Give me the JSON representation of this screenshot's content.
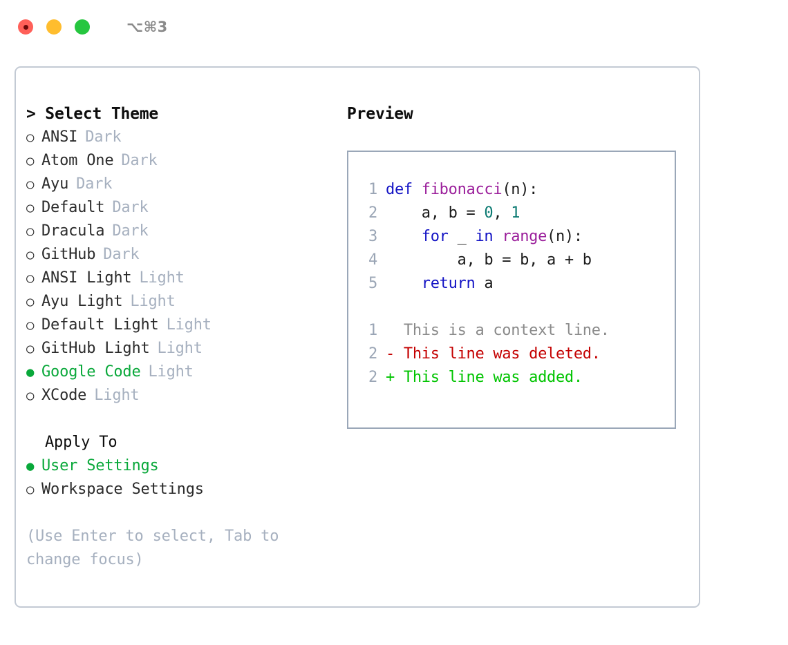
{
  "titlebar": {
    "shortcut": "⌥⌘3",
    "buttons": [
      {
        "name": "close",
        "color": "#ff6059"
      },
      {
        "name": "minimize",
        "color": "#ffbd2e"
      },
      {
        "name": "maximize",
        "color": "#26c63f"
      }
    ]
  },
  "theme_picker": {
    "header": "> Select Theme",
    "selected": "Google Code",
    "accent_color": "#09a83a",
    "tag_color": "#a6b0bf",
    "bullet_selected": "●",
    "bullet_unselected": "○",
    "items": [
      {
        "label": "ANSI",
        "tag": "Dark",
        "selected": false
      },
      {
        "label": "Atom One",
        "tag": "Dark",
        "selected": false
      },
      {
        "label": "Ayu",
        "tag": "Dark",
        "selected": false
      },
      {
        "label": "Default",
        "tag": "Dark",
        "selected": false
      },
      {
        "label": "Dracula",
        "tag": "Dark",
        "selected": false
      },
      {
        "label": "GitHub",
        "tag": "Dark",
        "selected": false
      },
      {
        "label": "ANSI Light",
        "tag": "Light",
        "selected": false
      },
      {
        "label": "Ayu Light",
        "tag": "Light",
        "selected": false
      },
      {
        "label": "Default Light",
        "tag": "Light",
        "selected": false
      },
      {
        "label": "GitHub Light",
        "tag": "Light",
        "selected": false
      },
      {
        "label": "Google Code",
        "tag": "Light",
        "selected": true
      },
      {
        "label": "XCode",
        "tag": "Light",
        "selected": false
      }
    ]
  },
  "apply_to": {
    "header": "Apply To",
    "selected": "User Settings",
    "items": [
      {
        "label": "User Settings",
        "selected": true
      },
      {
        "label": "Workspace Settings",
        "selected": false
      }
    ]
  },
  "hint": "(Use Enter to select, Tab to change focus)",
  "preview": {
    "title": "Preview",
    "code_lines": [
      {
        "num": "1",
        "tokens": [
          {
            "t": "def",
            "k": "kw"
          },
          {
            "t": " ",
            "k": "plain"
          },
          {
            "t": "fibonacci",
            "k": "fn"
          },
          {
            "t": "(n):",
            "k": "op"
          }
        ]
      },
      {
        "num": "2",
        "tokens": [
          {
            "t": "    a, b = ",
            "k": "plain"
          },
          {
            "t": "0",
            "k": "num"
          },
          {
            "t": ", ",
            "k": "plain"
          },
          {
            "t": "1",
            "k": "num"
          }
        ]
      },
      {
        "num": "3",
        "tokens": [
          {
            "t": "    ",
            "k": "plain"
          },
          {
            "t": "for",
            "k": "kw"
          },
          {
            "t": " _ ",
            "k": "plain"
          },
          {
            "t": "in",
            "k": "kw"
          },
          {
            "t": " ",
            "k": "plain"
          },
          {
            "t": "range",
            "k": "fn"
          },
          {
            "t": "(n):",
            "k": "op"
          }
        ]
      },
      {
        "num": "4",
        "tokens": [
          {
            "t": "        a, b = b, a + b",
            "k": "plain"
          }
        ]
      },
      {
        "num": "5",
        "tokens": [
          {
            "t": "    ",
            "k": "plain"
          },
          {
            "t": "return",
            "k": "kw"
          },
          {
            "t": " a",
            "k": "plain"
          }
        ]
      }
    ],
    "diff_lines": [
      {
        "num": "1",
        "marker": " ",
        "text": "This is a context line.",
        "kind": "context"
      },
      {
        "num": "2",
        "marker": "-",
        "text": "This line was deleted.",
        "kind": "deleted"
      },
      {
        "num": "2",
        "marker": "+",
        "text": "This line was added.",
        "kind": "added"
      }
    ],
    "colors": {
      "keyword": "#1212c4",
      "function": "#9b1f9b",
      "number": "#0b7a72",
      "linenum": "#9aa5b5",
      "diff_context": "#8a8a8a",
      "diff_deleted": "#c40000",
      "diff_added": "#00c400",
      "border": "#9aa7b8"
    }
  }
}
